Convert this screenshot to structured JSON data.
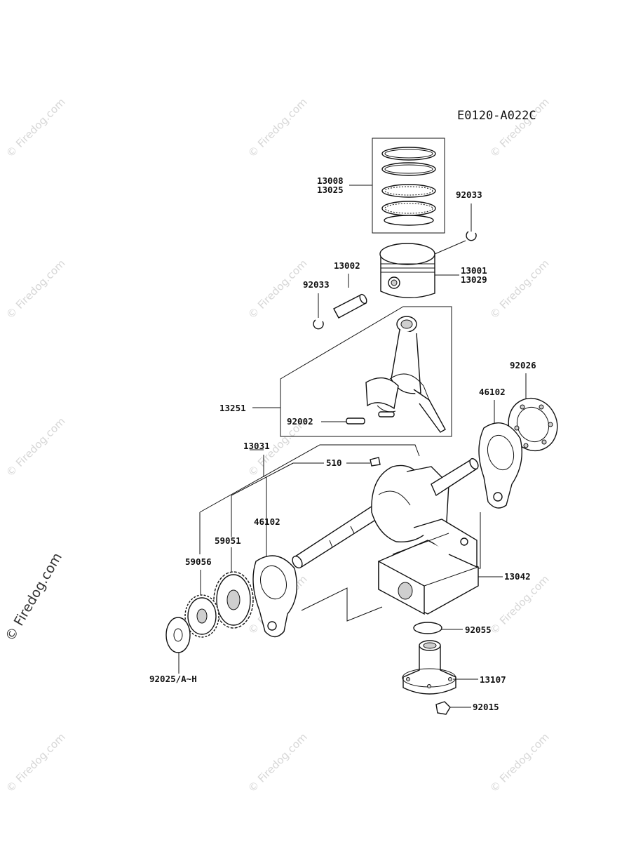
{
  "diagram": {
    "code": "E0120-A022C",
    "watermark": "© Firedog.com",
    "parts": [
      {
        "id": "p13008",
        "label": "13008"
      },
      {
        "id": "p13025",
        "label": "13025"
      },
      {
        "id": "p92033a",
        "label": "92033"
      },
      {
        "id": "p13002",
        "label": "13002"
      },
      {
        "id": "p13001",
        "label": "13001"
      },
      {
        "id": "p13029",
        "label": "13029"
      },
      {
        "id": "p92033b",
        "label": "92033"
      },
      {
        "id": "p92026",
        "label": "92026"
      },
      {
        "id": "p46102a",
        "label": "46102"
      },
      {
        "id": "p13251",
        "label": "13251"
      },
      {
        "id": "p92002",
        "label": "92002"
      },
      {
        "id": "p13031",
        "label": "13031"
      },
      {
        "id": "p510",
        "label": "510"
      },
      {
        "id": "p46102b",
        "label": "46102"
      },
      {
        "id": "p59051",
        "label": "59051"
      },
      {
        "id": "p59056",
        "label": "59056"
      },
      {
        "id": "p13042",
        "label": "13042"
      },
      {
        "id": "p92055",
        "label": "92055"
      },
      {
        "id": "p13107",
        "label": "13107"
      },
      {
        "id": "p92025",
        "label": "92025/A~H"
      },
      {
        "id": "p92015",
        "label": "92015"
      }
    ]
  }
}
